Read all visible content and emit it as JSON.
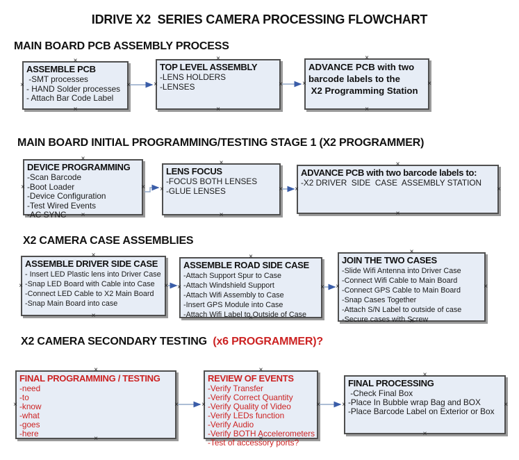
{
  "title": "IDRIVE X2  SERIES CAMERA PROCESSING FLOWCHART",
  "colors": {
    "box_fill": "#e7edf6",
    "box_border": "#4f4f4f",
    "red_text": "#cc2222",
    "arrow_line": "#91a7c7",
    "arrow_head": "#3a5da8"
  },
  "sections": [
    {
      "heading": "MAIN BOARD PCB ASSEMBLY PROCESS",
      "boxes": [
        {
          "title": "ASSEMBLE PCB",
          "items": [
            " -SMT processes",
            "- HAND Solder processes",
            "- Attach Bar Code Label"
          ]
        },
        {
          "title": "TOP LEVEL ASSEMBLY",
          "items": [
            "-LENS HOLDERS",
            "-LENSES"
          ]
        },
        {
          "title": "",
          "items": [
            "ADVANCE PCB with two",
            "barcode labels to the",
            " X2 Programming Station"
          ]
        }
      ]
    },
    {
      "heading": "MAIN BOARD INITIAL PROGRAMMING/TESTING STAGE 1 (X2 PROGRAMMER)",
      "boxes": [
        {
          "title": "DEVICE PROGRAMMING",
          "items": [
            "-Scan Barcode",
            "-Boot Loader",
            "-Device Configuration",
            "-Test Wired Events",
            "-AC SYNC"
          ]
        },
        {
          "title": "LENS FOCUS",
          "items": [
            "-FOCUS BOTH LENSES",
            "-GLUE LENSES"
          ]
        },
        {
          "title": "ADVANCE PCB with two barcode labels to:",
          "items": [
            "-X2 DRIVER  SIDE  CASE  ASSEMBLY STATION"
          ]
        }
      ]
    },
    {
      "heading": "X2 CAMERA CASE ASSEMBLIES",
      "boxes": [
        {
          "title": "ASSEMBLE DRIVER SIDE CASE",
          "items": [
            "- Insert LED Plastic lens into Driver Case",
            "-Snap LED Board with Cable into Case",
            "-Connect LED Cable to X2 Main Board",
            "-Snap Main Board into case"
          ]
        },
        {
          "title": "ASSEMBLE ROAD SIDE CASE",
          "items": [
            "-Attach Support Spur to Case",
            "-Attach Windshield Support",
            "-Attach Wifi Assembly to Case",
            "-Insert GPS Module into Case",
            "-Attach Wifi Label to Outside of Case"
          ]
        },
        {
          "title": "JOIN THE TWO CASES",
          "items": [
            "-Slide Wifi Antenna into Driver Case",
            "-Connect Wifi Cable to Main Board",
            "-Connect GPS Cable to Main Board",
            "-Snap Cases Together",
            "-Attach S/N Label to outside of case",
            "-Secure cases with Screw"
          ]
        }
      ]
    },
    {
      "heading": "X2 CAMERA SECONDARY TESTING  ",
      "heading_red": "(x6 PROGRAMMER)?",
      "boxes": [
        {
          "title": "FINAL PROGRAMMING / TESTING",
          "items": [
            "-need",
            "-to",
            "-know",
            "-what",
            "-goes",
            "-here"
          ]
        },
        {
          "title": "REVIEW OF EVENTS",
          "items": [
            "-Verify Transfer",
            "-Verify Correct Quantity",
            "-Verify Quality of Video",
            "-Verify LEDs function",
            "-Verify Audio",
            "-Verify BOTH Accelerometers",
            "-Test of accessory ports?"
          ]
        },
        {
          "title": "FINAL PROCESSING",
          "items": [
            " -Check Final Box",
            "-Place In Bubble wrap Bag and BOX",
            "-Place Barcode Label on Exterior or Box"
          ]
        }
      ]
    }
  ]
}
